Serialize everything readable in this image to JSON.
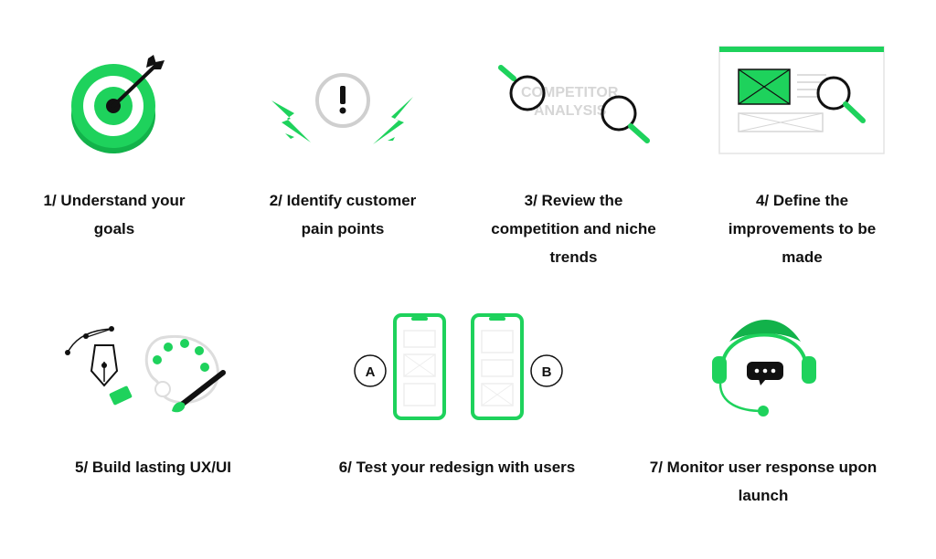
{
  "colors": {
    "accent": "#1ed25c",
    "dark": "#111111",
    "light_gray": "#dddddd",
    "mid_gray": "#cfcfcf"
  },
  "steps": [
    {
      "line1": "1/ Understand your",
      "line2": "goals",
      "icon": "target-icon"
    },
    {
      "line1": "2/ Identify customer",
      "line2": "pain points",
      "icon": "alert-icon"
    },
    {
      "line1": "3/ Review the",
      "line2": "competition and niche",
      "line3": "trends",
      "icon": "magnifier-icon",
      "illustration_text_1": "COMPETITOR",
      "illustration_text_2": "ANALYSIS"
    },
    {
      "line1": "4/ Define the",
      "line2": "improvements to be",
      "line3": "made",
      "icon": "wireframe-icon"
    },
    {
      "line1": "5/ Build lasting UX/UI",
      "icon": "pen-tool-icon"
    },
    {
      "line1": "6/ Test your redesign with users",
      "icon": "phone-icon",
      "label_a": "A",
      "label_b": "B"
    },
    {
      "line1": "7/ Monitor user response upon",
      "line2": "launch",
      "icon": "headset-icon"
    }
  ]
}
